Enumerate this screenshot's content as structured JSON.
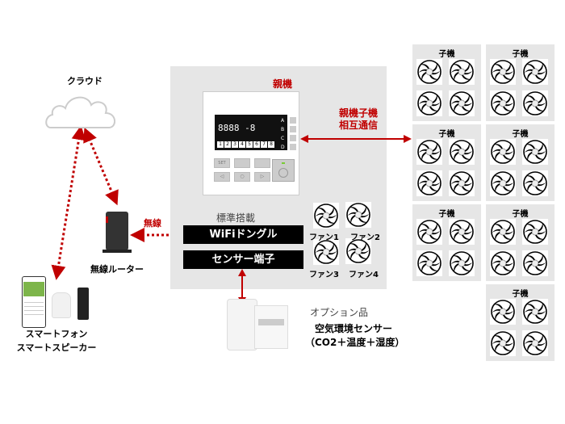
{
  "cloud": {
    "label": "クラウド"
  },
  "router": {
    "label": "無線ルーター",
    "link_label": "無線"
  },
  "devices": {
    "line1": "スマートフォン",
    "line2": "スマートスピーカー"
  },
  "parent": {
    "title": "親機",
    "link_label_line1": "親機子機",
    "link_label_line2": "相互通信",
    "standard_label": "標準搭載",
    "wifi_label": "WiFiドングル",
    "sensor_port_label": "センサー端子",
    "fans": [
      "ファン1",
      "ファン2",
      "ファン3",
      "ファン4"
    ],
    "controller": {
      "side_keys": [
        "A",
        "B",
        "C",
        "D"
      ],
      "channels": [
        "1",
        "2",
        "3",
        "4",
        "5",
        "6",
        "7",
        "8"
      ],
      "buttons": [
        "SET",
        "",
        "",
        "◁",
        "○",
        "▷"
      ]
    }
  },
  "children": {
    "label": "子機",
    "count": 7
  },
  "option": {
    "label": "オプション品",
    "name": "空気環境センサー",
    "detail": "（CO2＋温度＋湿度）"
  },
  "colors": {
    "accent": "#c00000",
    "panel_bg": "#e6e6e6",
    "bar": "#000000"
  }
}
